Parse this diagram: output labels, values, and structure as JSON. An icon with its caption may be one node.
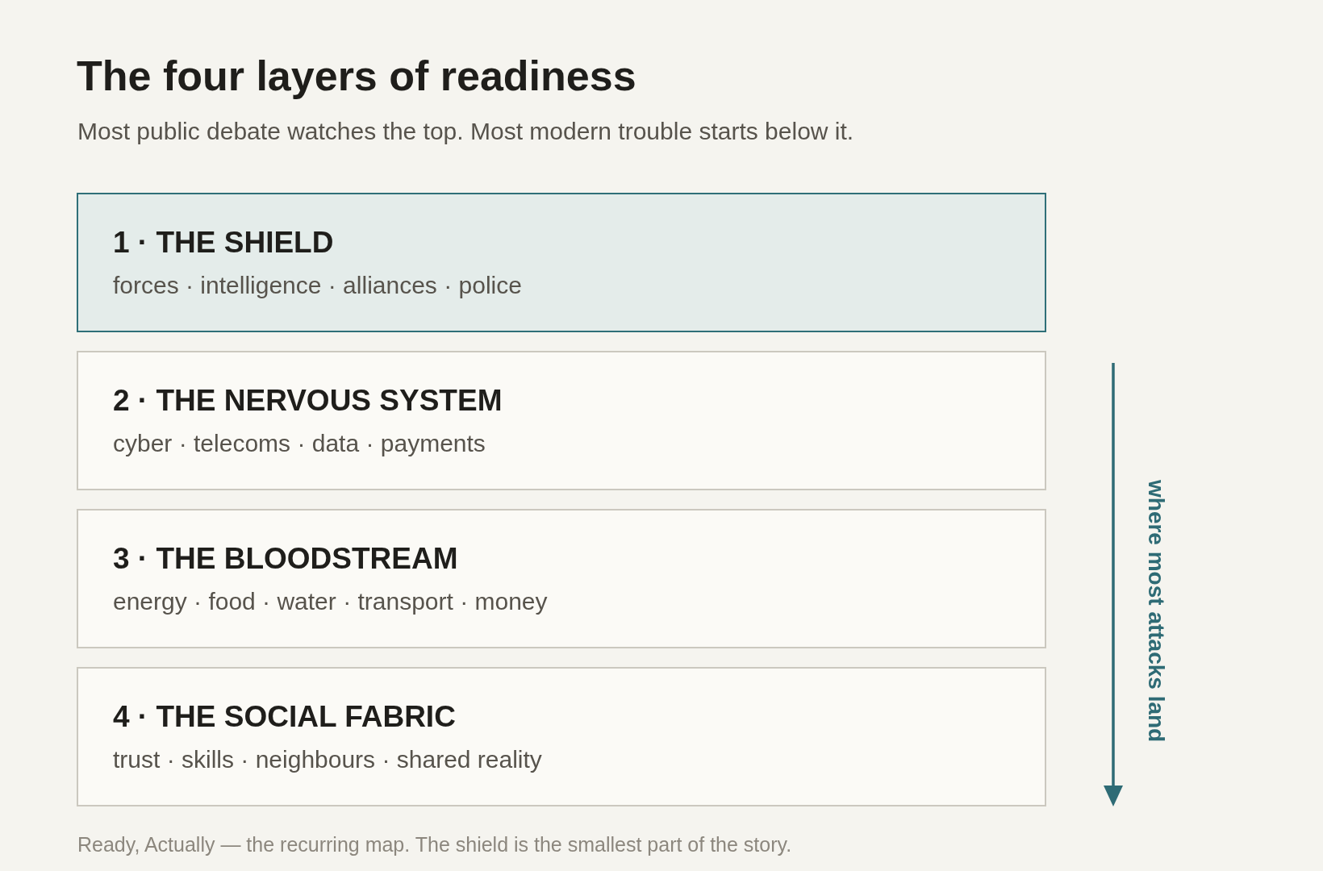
{
  "diagram": {
    "title": "The four layers of readiness",
    "caption": "Ready, Actually — the recurring map. The shield is the smallest part of the story.",
    "nodes": [
      {
        "text": [
          "1 · THE SHIELD",
          "forces · intelligence · alliances · police"
        ]
      },
      {
        "text": [
          "2 · THE NERVOUS SYSTEM",
          "cyber · telecoms · data · payments"
        ]
      },
      {
        "text": [
          "3 · THE BLOODSTREAM",
          "energy · food · water · transport · money"
        ]
      },
      {
        "text": [
          "4 · THE SOCIAL FABRIC",
          "trust · skills · neighbours · shared reality"
        ]
      }
    ],
    "labels": [
      "Most public debate watches the top. Most modern trouble starts below it.",
      "where most attacks land"
    ]
  }
}
